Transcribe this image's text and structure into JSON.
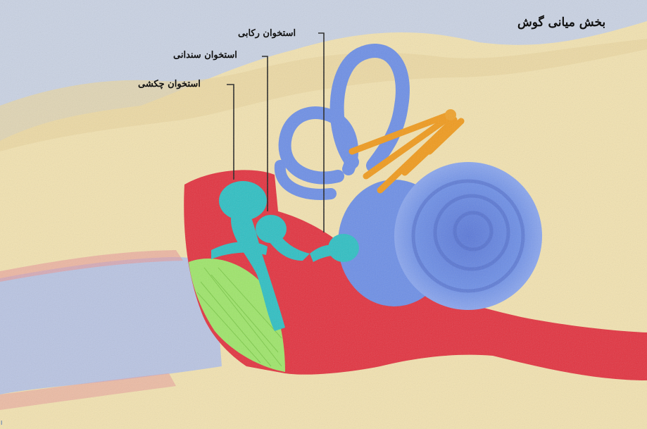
{
  "title": "بخش میانی گوش",
  "labels": {
    "stapes": "استخوان رکابی",
    "incus": "استخوان سندانی",
    "malleus": "استخوان چکشی"
  },
  "corner_mark": "ا",
  "colors": {
    "background": "#c8d2e2",
    "bone": "#f0dfa9",
    "tympanic_cavity": "#e2323f",
    "ossicles": "#2ebfc3",
    "eardrum": "#9ee56a",
    "inner_ear": "#6d8fe6",
    "nerve": "#f09a1c",
    "canal": "#b9c4e2"
  }
}
